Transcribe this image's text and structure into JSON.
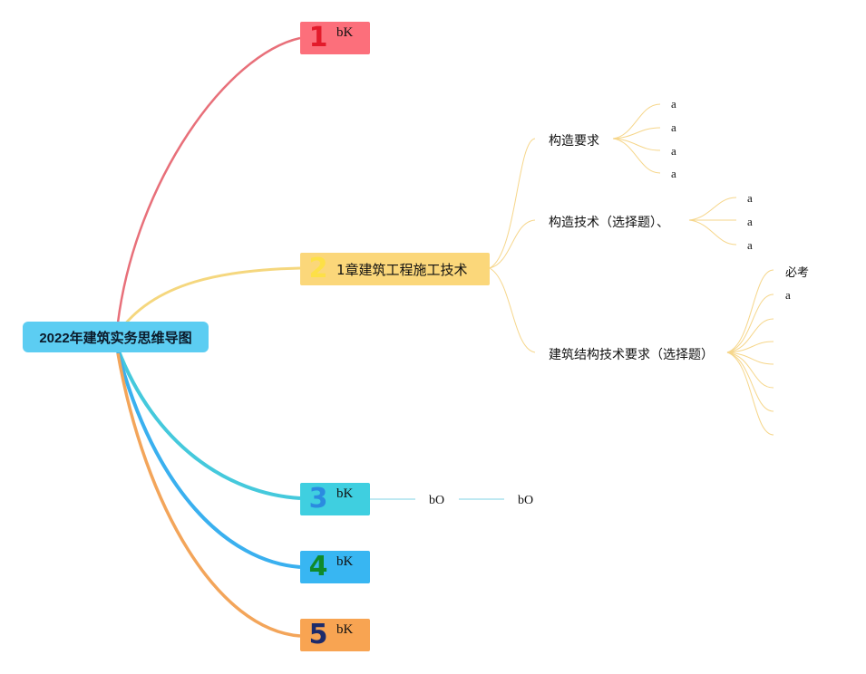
{
  "root": {
    "title": "2022年建筑实务思维导图"
  },
  "branches": [
    {
      "number": "1",
      "label": "bK",
      "color": "#fc6f7b",
      "number_color": "#e31b2b"
    },
    {
      "number": "2",
      "label": "1章建筑工程施工技术",
      "color": "#fbd77a",
      "number_color": "#fde047"
    },
    {
      "number": "3",
      "label": "bK",
      "color": "#3fcfe0",
      "number_color": "#2b8be0"
    },
    {
      "number": "4",
      "label": "bK",
      "color": "#38b6f2",
      "number_color": "#0f8a2a"
    },
    {
      "number": "5",
      "label": "bK",
      "color": "#f8a452",
      "number_color": "#1d2b6b"
    }
  ],
  "branch2_children": [
    {
      "label": "构造要求",
      "leaves": [
        "a",
        "a",
        "a",
        "a"
      ]
    },
    {
      "label": "构造技术（选择题）、",
      "leaves": [
        "a",
        "a",
        "a"
      ]
    },
    {
      "label": "建筑结构技术要求（选择题）",
      "leaves": [
        "必考",
        "a"
      ]
    }
  ],
  "branch3_children": [
    {
      "label": "bO"
    },
    {
      "label": "bO"
    }
  ],
  "colors": {
    "branch1_line": "#e8707a",
    "branch2_line": "#f5d77e",
    "branch3_line": "#45c9dc",
    "branch4_line": "#3ab0ef",
    "branch5_line": "#f3a55a",
    "sub_line_yellow": "#f6d68a",
    "sub_line_blue": "#7fd3e6"
  }
}
